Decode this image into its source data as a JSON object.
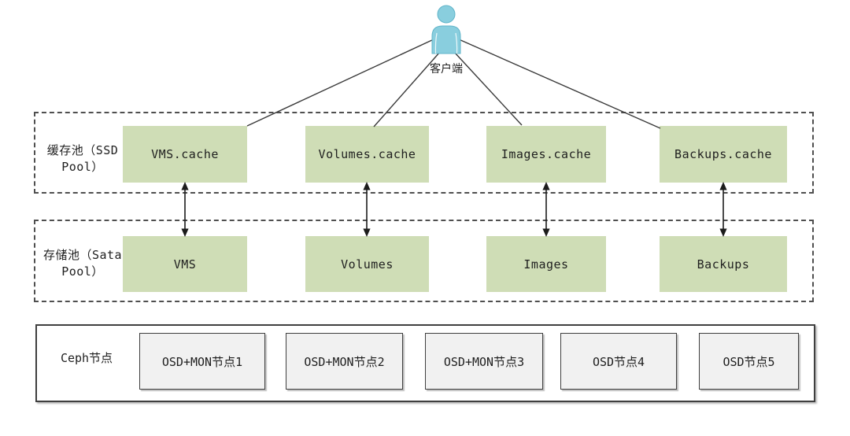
{
  "client": {
    "label": "客户端"
  },
  "cache_pool": {
    "label_lines": [
      "缓存池（SSD",
      "Pool）"
    ],
    "boxes": [
      "VMS.cache",
      "Volumes.cache",
      "Images.cache",
      "Backups.cache"
    ]
  },
  "storage_pool": {
    "label_lines": [
      "存储池（Sata",
      "Pool）"
    ],
    "boxes": [
      "VMS",
      "Volumes",
      "Images",
      "Backups"
    ]
  },
  "ceph_nodes": {
    "label": "Ceph节点",
    "boxes": [
      "OSD+MON节点1",
      "OSD+MON节点2",
      "OSD+MON节点3",
      "OSD节点4",
      "OSD节点5"
    ]
  },
  "colors": {
    "pool_box_fill": "#cfddb6",
    "node_box_fill": "#f1f1f1",
    "client_fill": "#89cede",
    "line": "#3a3a3a",
    "dashed_border": "#4f4f4f"
  }
}
